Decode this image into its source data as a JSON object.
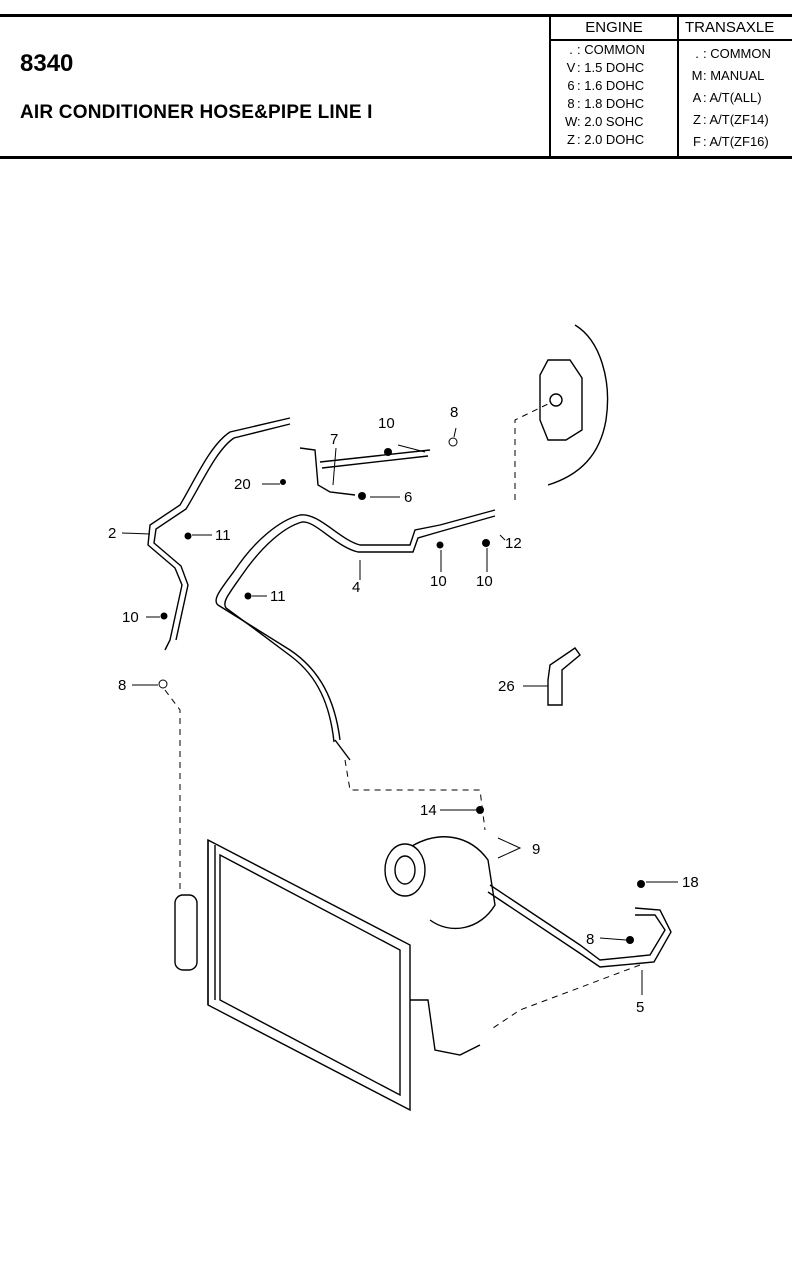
{
  "header": {
    "code": "8340",
    "title": "AIR CONDITIONER HOSE&PIPE LINE I"
  },
  "legend": {
    "engine": {
      "title": "ENGINE",
      "rows": [
        {
          "key": ".",
          "value": ": COMMON"
        },
        {
          "key": "V",
          "value": ": 1.5 DOHC"
        },
        {
          "key": "6",
          "value": ": 1.6 DOHC"
        },
        {
          "key": "8",
          "value": ": 1.8 DOHC"
        },
        {
          "key": "W",
          "value": ": 2.0 SOHC"
        },
        {
          "key": "Z",
          "value": ": 2.0 DOHC"
        }
      ]
    },
    "transaxle": {
      "title": "TRANSAXLE",
      "rows": [
        {
          "key": ".",
          "value": ": COMMON"
        },
        {
          "key": "M",
          "value": ": MANUAL"
        },
        {
          "key": "A",
          "value": ": A/T(ALL)"
        },
        {
          "key": "Z",
          "value": ": A/T(ZF14)"
        },
        {
          "key": "F",
          "value": ": A/T(ZF16)"
        }
      ]
    }
  },
  "callouts": [
    "10",
    "8",
    "7",
    "20",
    "6",
    "2",
    "11",
    "12",
    "4",
    "10",
    "10",
    "11",
    "10",
    "8",
    "26",
    "14",
    "9",
    "18",
    "8",
    "5"
  ]
}
